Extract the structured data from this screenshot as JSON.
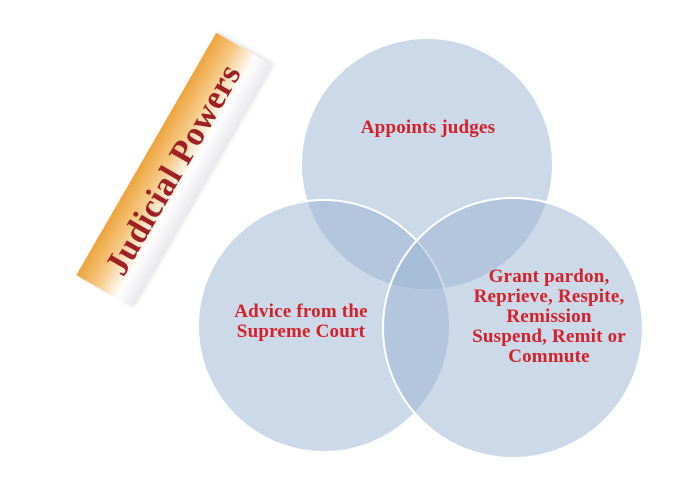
{
  "colors": {
    "background": "#ffffff",
    "circle_fill": "#9ab3d1",
    "circle_fill_opacity": 0.5,
    "circle_border": "#ffffff",
    "label_red": "#d5202a",
    "banner_text_red": "#9e2023",
    "banner_orange": "#eda43d"
  },
  "banner": {
    "label": "Judicial Powers"
  },
  "circles": [
    {
      "id": "appoints-judges",
      "lines": [
        "Appoints judges"
      ]
    },
    {
      "id": "advice-supreme-court",
      "lines": [
        "Advice from the",
        "Supreme Court"
      ]
    },
    {
      "id": "pardon-powers",
      "lines": [
        "Grant pardon,",
        "Reprieve, Respite,",
        "Remission",
        "Suspend, Remit or",
        "Commute"
      ]
    }
  ]
}
